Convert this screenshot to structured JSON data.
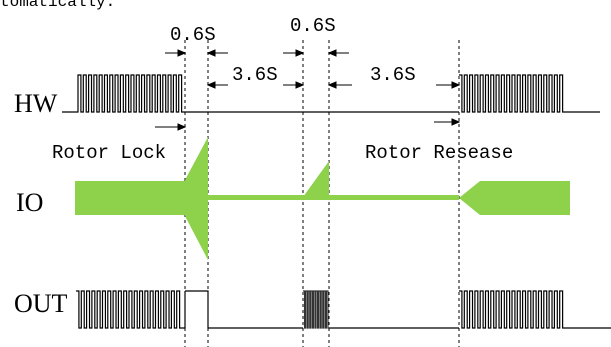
{
  "header_fragment": "tomatically.",
  "signals": {
    "hw": "HW",
    "io": "IO",
    "out": "OUT"
  },
  "labels": {
    "t1": "0.6S",
    "t2": "0.6S",
    "t3": "3.6S",
    "t4": "3.6S",
    "rotor_lock": "Rotor Lock",
    "rotor_release": "Rotor Resease"
  },
  "colors": {
    "line": "#000000",
    "io_fill": "#8ed14a",
    "burst": "#333333"
  }
}
